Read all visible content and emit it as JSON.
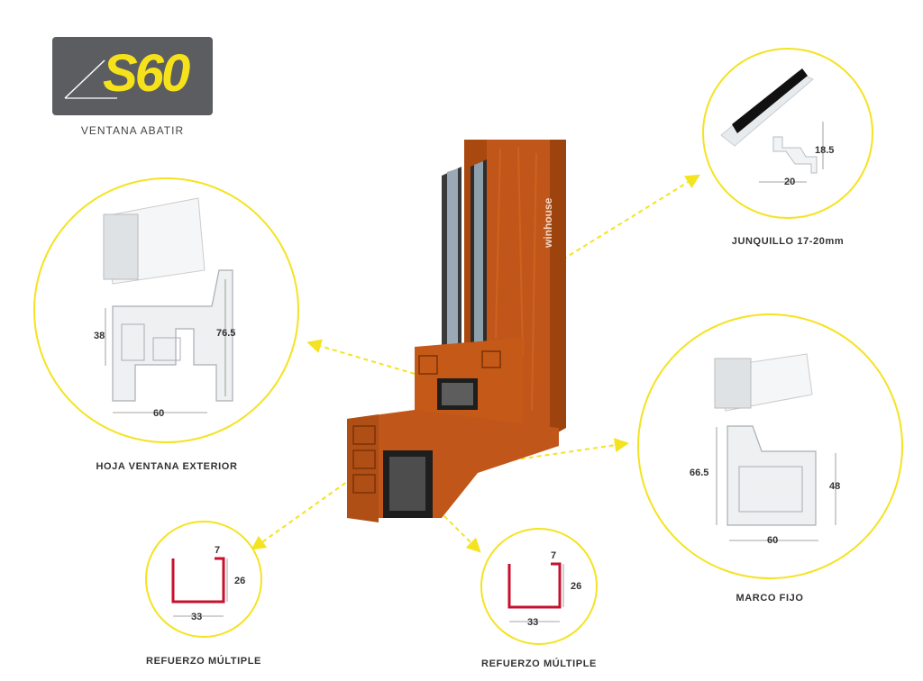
{
  "header": {
    "logo_text": "S60",
    "subtitle": "VENTANA ABATIR"
  },
  "brand_mark": "winhouse",
  "parts": {
    "junquillo": {
      "label": "JUNQUILLO 17-20mm",
      "dims": {
        "height": "18.5",
        "width": "20"
      }
    },
    "hoja": {
      "label": "HOJA VENTANA EXTERIOR",
      "dims": {
        "left_height": "38",
        "right_height": "76.5",
        "width": "60"
      }
    },
    "marco": {
      "label": "MARCO FIJO",
      "dims": {
        "left_height": "66.5",
        "right_height": "48",
        "width": "60"
      }
    },
    "refuerzo_left": {
      "label": "REFUERZO MÚLTIPLE",
      "dims": {
        "top": "7",
        "height": "26",
        "width": "33"
      }
    },
    "refuerzo_right": {
      "label": "REFUERZO MÚLTIPLE",
      "dims": {
        "top": "7",
        "height": "26",
        "width": "33"
      }
    }
  },
  "colors": {
    "accent_yellow": "#f4e320",
    "logo_bg": "#5b5d60",
    "wood": "#c55a18",
    "reinforcement_red": "#c8102e"
  }
}
